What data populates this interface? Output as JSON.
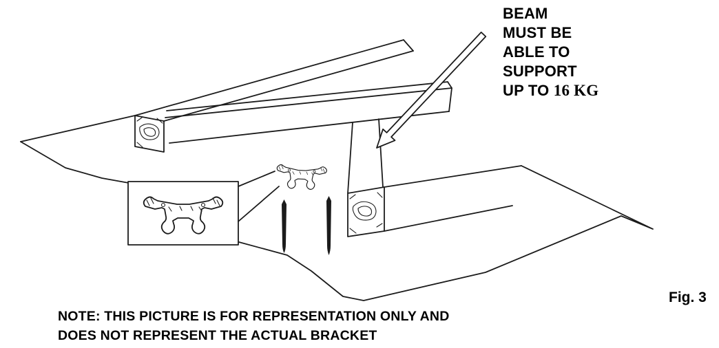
{
  "diagram": {
    "beam_callout": {
      "line1": "BEAM",
      "line2": "MUST BE",
      "line3": "ABLE TO",
      "line4": "SUPPORT",
      "line5_prefix": "UP TO ",
      "line5_weight": "16 KG"
    },
    "figure_label": "Fig. 3",
    "note": {
      "line1": "NOTE: THIS PICTURE IS FOR REPRESENTATION ONLY AND",
      "line2": "DOES NOT REPRESENT THE ACTUAL BRACKET"
    },
    "icons": {
      "pointer_arrow": "beam-pointer-arrow",
      "screws": "screw-icon",
      "bracket": "bracket-illustration",
      "inset_bracket": "inset-bracket-illustration",
      "wood_grain": "wood-grain"
    },
    "colors": {
      "line": "#1b1b1b",
      "text": "#000000",
      "background": "#ffffff"
    }
  }
}
